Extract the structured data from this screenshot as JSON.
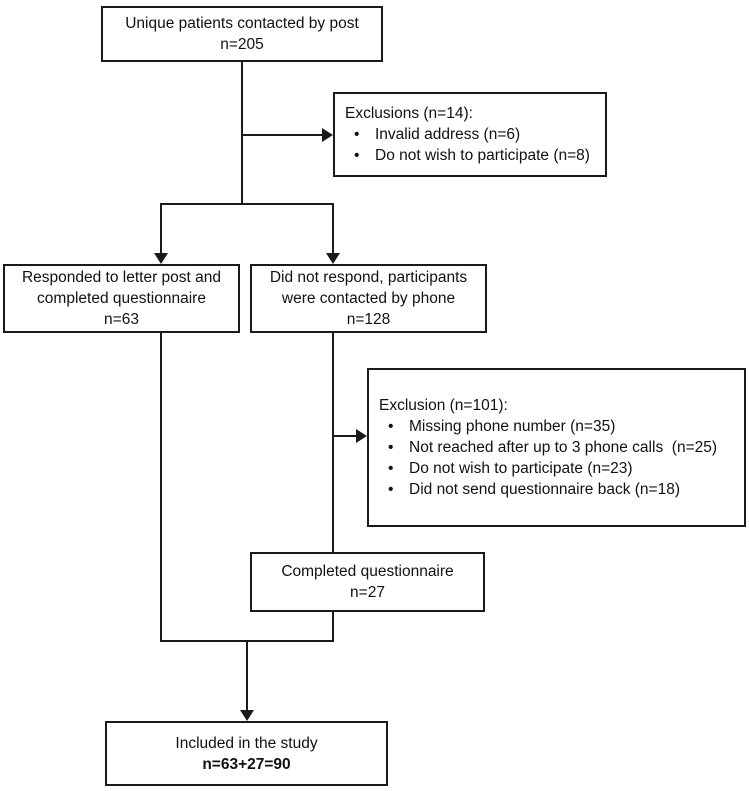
{
  "diagram": {
    "background_color": "#ffffff",
    "line_color": "#1a1a1a",
    "boxes": {
      "contacted_by_post": {
        "label": "Unique patients contacted by post",
        "count": "n=205"
      },
      "exclusions_post": {
        "title": "Exclusions (n=14):",
        "bullet_glyph": "•",
        "bullets": [
          "Invalid address (n=6)",
          "Do not wish to participate (n=8)"
        ]
      },
      "responded": {
        "label": "Responded to letter post and completed questionnaire",
        "count": "n=63"
      },
      "not_responded": {
        "label": "Did not respond, participants were contacted by phone",
        "count": "n=128"
      },
      "exclusions_phone": {
        "title": "Exclusion (n=101):",
        "bullet_glyph": "•",
        "bullets": [
          "Missing phone number (n=35)",
          "Not reached after up to 3 phone calls  (n=25)",
          "Do not wish to participate (n=23)",
          "Did not send questionnaire back (n=18)"
        ]
      },
      "completed": {
        "label": "Completed questionnaire",
        "count": "n=27"
      },
      "included": {
        "label": "Included in the study",
        "count": "n=63+27=90"
      }
    }
  }
}
